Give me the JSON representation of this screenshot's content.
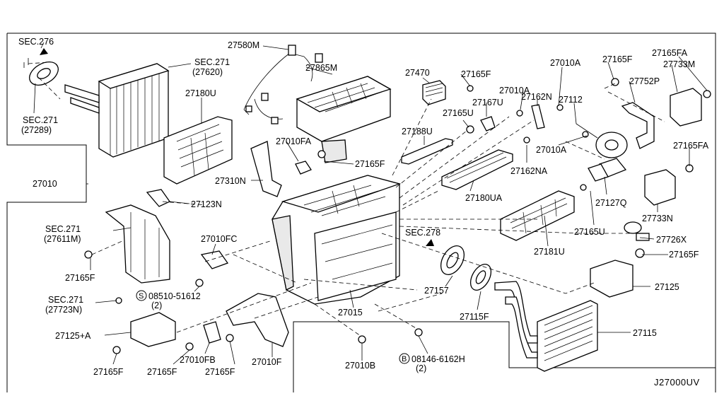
{
  "diagram_code": "J27000UV",
  "labels": {
    "sec276_top": "SEC.276",
    "sec271_27620_a": "SEC.271",
    "sec271_27620_b": "(27620)",
    "sec271_27289_a": "SEC.271",
    "sec271_27289_b": "(27289)",
    "p27580M": "27580M",
    "p27865M": "27865M",
    "p27180U": "27180U",
    "p27470": "27470",
    "p27165F_a": "27165F",
    "p27010A_a": "27010A",
    "p27112": "27112",
    "p27165F_b": "27165F",
    "p27165FA_a": "27165FA",
    "p27733M": "27733M",
    "p27752P": "27752P",
    "p27167U": "27167U",
    "p27010A_b": "27010A",
    "p27162N": "27162N",
    "p27165U_a": "27165U",
    "p27188U": "27188U",
    "p27010FA": "27010FA",
    "p27165F_c": "27165F",
    "p27010A_c": "27010A",
    "p27165FA_b": "27165FA",
    "p27010": "27010",
    "p27310N": "27310N",
    "p27162NA": "27162NA",
    "p27180UA": "27180UA",
    "p27127Q": "27127Q",
    "p27123N": "27123N",
    "p27733N": "27733N",
    "sec271_27611M_a": "SEC.271",
    "sec271_27611M_b": "(27611M)",
    "sec278": "SEC.278",
    "p27165U_b": "27165U",
    "p27726X": "27726X",
    "p27010FC": "27010FC",
    "p27181U": "27181U",
    "p27165F_d": "27165F",
    "p27165F_e": "27165F",
    "bolt_08510": "08510-51612",
    "bolt_08510_qty": "(2)",
    "p27157": "27157",
    "p27125": "27125",
    "sec271_27723N_a": "SEC.271",
    "sec271_27723N_b": "(27723N)",
    "p27015": "27015",
    "p27115F": "27115F",
    "p27125A": "27125+A",
    "p27115": "27115",
    "p27010FB": "27010FB",
    "p27010F": "27010F",
    "p27010B": "27010B",
    "bolt_08146": "08146-6162H",
    "bolt_08146_qty": "(2)",
    "p27165F_f": "27165F",
    "p27165F_g": "27165F",
    "p27165F_h": "27165F",
    "circle_S": "S",
    "circle_B": "B"
  }
}
